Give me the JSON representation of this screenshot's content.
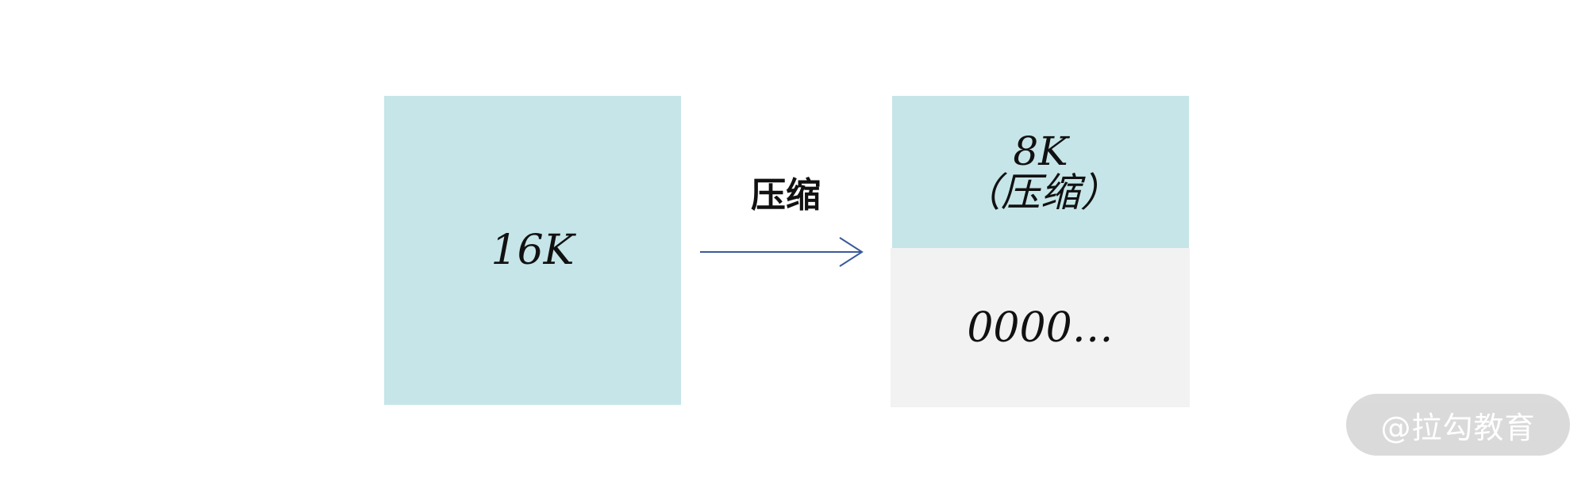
{
  "diagram": {
    "source_block": {
      "label": "16K"
    },
    "arrow": {
      "label": "压缩"
    },
    "compressed_block": {
      "size_label": "8K",
      "note": "（压缩）"
    },
    "padding_block": {
      "label": "0000…"
    }
  },
  "watermark": {
    "text": "@拉勾教育"
  },
  "colors": {
    "data_block": "#c6e5e8",
    "padding_block": "#f2f2f2",
    "arrow": "#3a5a9a"
  }
}
